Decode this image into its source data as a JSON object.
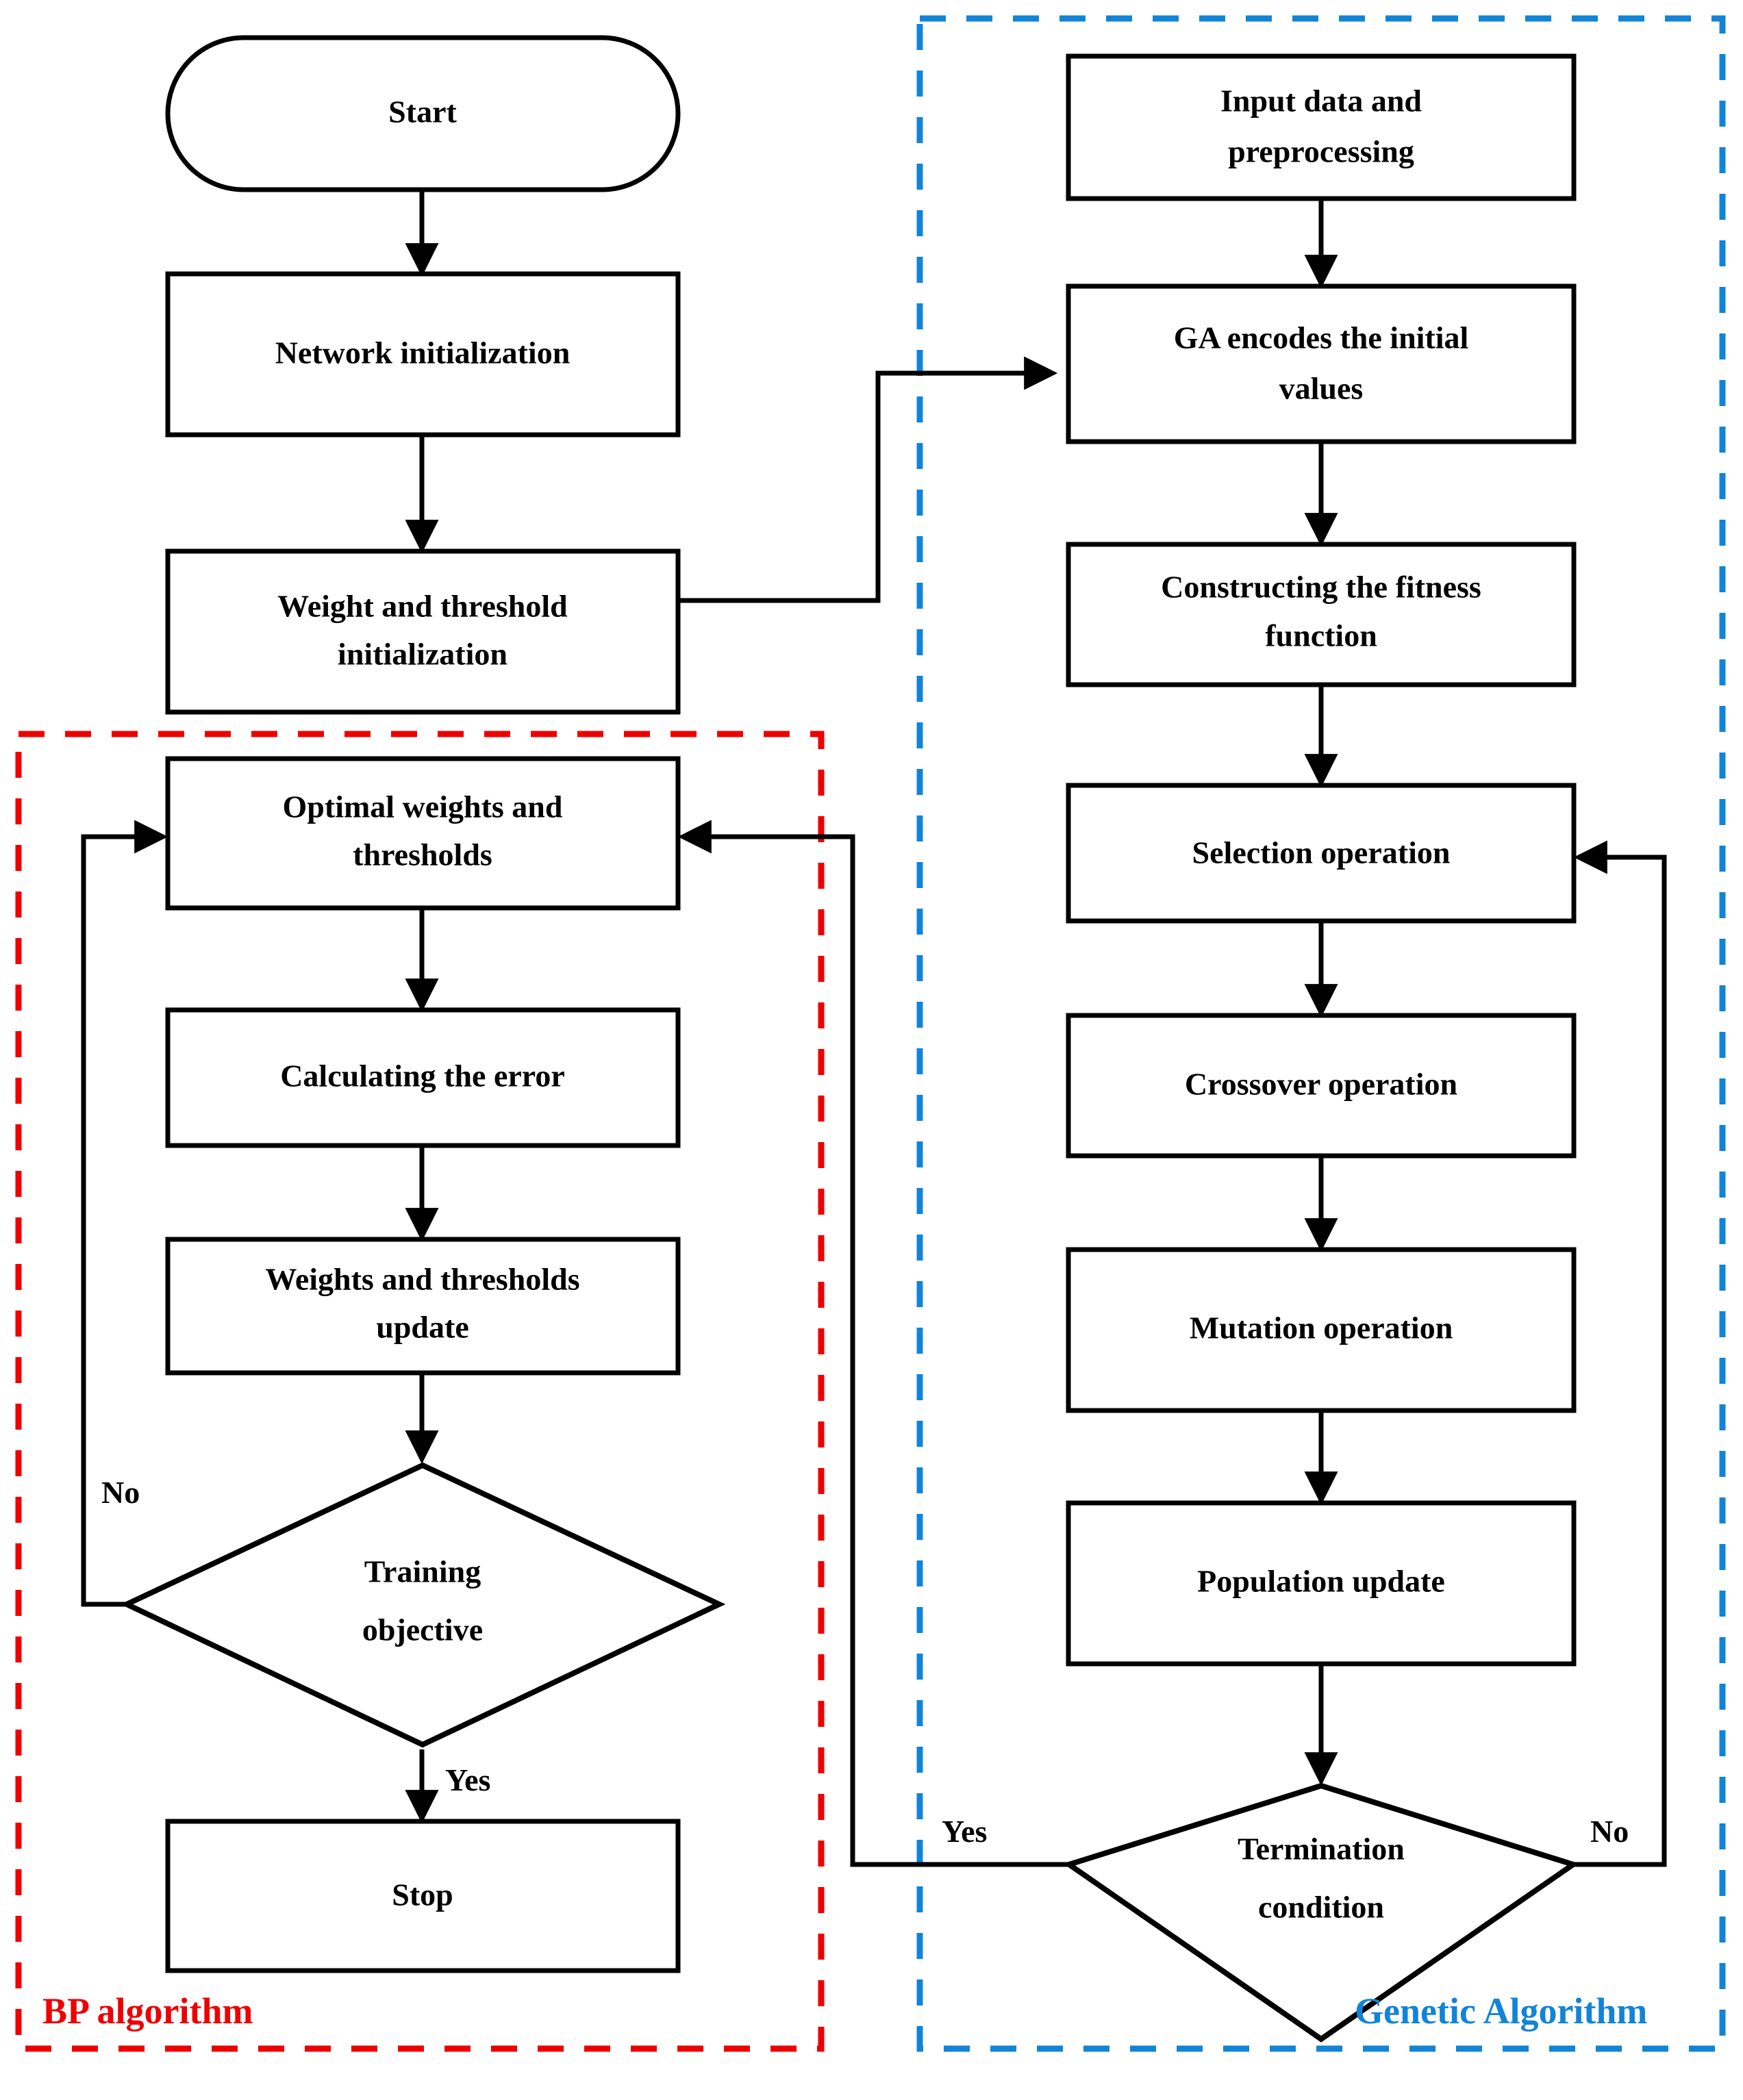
{
  "diagram": {
    "title": "GA-BP neural network algorithm flowchart",
    "colors": {
      "bp_group": "#ee0000",
      "ga_group": "#1184d8",
      "node_stroke": "#000000",
      "node_fill": "#ffffff"
    },
    "groups": [
      {
        "id": "bp",
        "label": "BP algorithm",
        "color": "#ee0000",
        "style": "dashed"
      },
      {
        "id": "ga",
        "label": "Genetic Algorithm",
        "color": "#1184d8",
        "style": "dashed"
      }
    ],
    "nodes": [
      {
        "id": "start",
        "shape": "terminator",
        "label": "Start"
      },
      {
        "id": "netinit",
        "shape": "process",
        "label": "Network initialization"
      },
      {
        "id": "wtinit",
        "shape": "process",
        "label_line1": "Weight and threshold",
        "label_line2": "initialization"
      },
      {
        "id": "optwt",
        "shape": "process",
        "group": "bp",
        "label_line1": "Optimal weights and",
        "label_line2": "thresholds"
      },
      {
        "id": "calcerr",
        "shape": "process",
        "group": "bp",
        "label": "Calculating the error"
      },
      {
        "id": "wtupdate",
        "shape": "process",
        "group": "bp",
        "label_line1": "Weights and thresholds",
        "label_line2": "update"
      },
      {
        "id": "trainobj",
        "shape": "decision",
        "group": "bp",
        "label_line1": "Training",
        "label_line2": "objective"
      },
      {
        "id": "stop",
        "shape": "process",
        "group": "bp",
        "label": "Stop"
      },
      {
        "id": "inputdata",
        "shape": "process",
        "group": "ga",
        "label_line1": "Input data and",
        "label_line2": "preprocessing"
      },
      {
        "id": "gaencode",
        "shape": "process",
        "group": "ga",
        "label_line1": "GA encodes the initial",
        "label_line2": "values"
      },
      {
        "id": "fitness",
        "shape": "process",
        "group": "ga",
        "label_line1": "Constructing the fitness",
        "label_line2": "function"
      },
      {
        "id": "selection",
        "shape": "process",
        "group": "ga",
        "label": "Selection operation"
      },
      {
        "id": "crossover",
        "shape": "process",
        "group": "ga",
        "label": "Crossover operation"
      },
      {
        "id": "mutation",
        "shape": "process",
        "group": "ga",
        "label": "Mutation operation"
      },
      {
        "id": "popupdate",
        "shape": "process",
        "group": "ga",
        "label": "Population update"
      },
      {
        "id": "termination",
        "shape": "decision",
        "group": "ga",
        "label_line1": "Termination",
        "label_line2": "condition"
      }
    ],
    "edge_labels": {
      "training_no": "No",
      "training_yes": "Yes",
      "termination_yes": "Yes",
      "termination_no": "No"
    }
  }
}
